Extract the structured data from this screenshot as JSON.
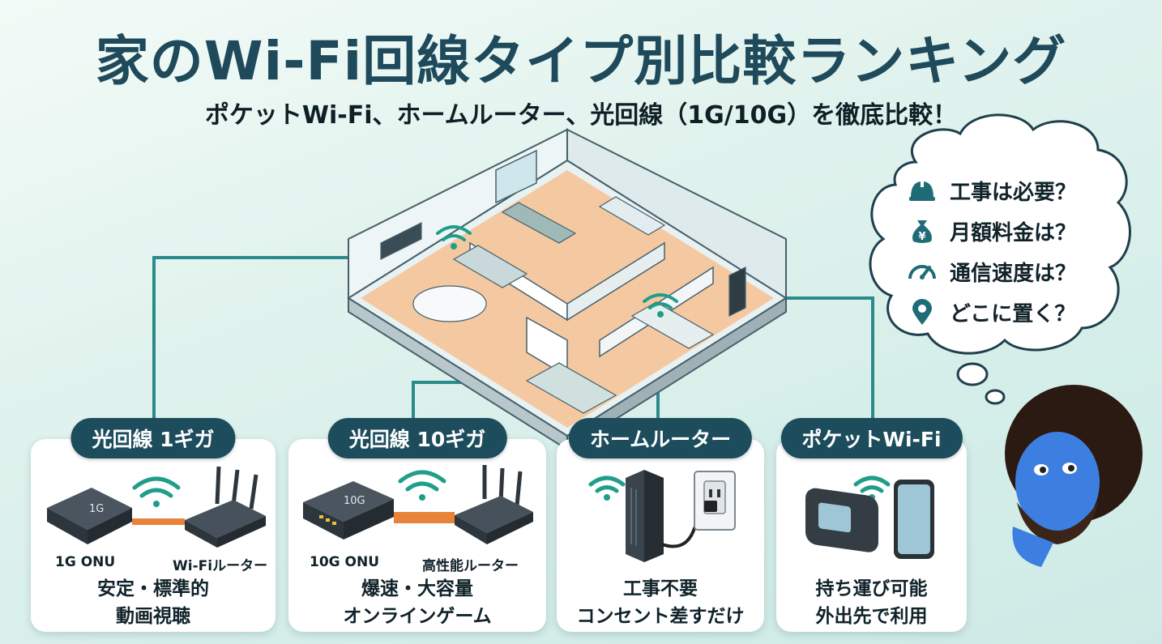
{
  "header": {
    "title": "家のWi-Fi回線タイプ別比較ランキング",
    "subtitle": "ポケットWi-Fi、ホームルーター、光回線（1G/10G）を徹底比較！"
  },
  "thought_bubble": {
    "items": [
      {
        "icon": "hardhat-icon",
        "text": "工事は必要？"
      },
      {
        "icon": "money-bag-icon",
        "text": "月額料金は？"
      },
      {
        "icon": "speedometer-icon",
        "text": "通信速度は？"
      },
      {
        "icon": "map-pin-icon",
        "text": "どこに置く？"
      }
    ]
  },
  "cards": [
    {
      "title": "光回線 1ギガ",
      "device_left_label": "1G ONU",
      "device_right_label": "Wi-Fiルーター",
      "device_left_print": "1G",
      "feature_line1": "安定・標準的",
      "feature_line2": "動画視聴"
    },
    {
      "title": "光回線 10ギガ",
      "device_left_label": "10G ONU",
      "device_right_label": "高性能ルーター",
      "device_left_print": "10G",
      "feature_line1": "爆速・大容量",
      "feature_line2": "オンラインゲーム"
    },
    {
      "title": "ホームルーター",
      "feature_line1": "工事不要",
      "feature_line2": "コンセント差すだけ"
    },
    {
      "title": "ポケットWi-Fi",
      "feature_line1": "持ち運び可能",
      "feature_line2": "外出先で利用"
    }
  ],
  "colors": {
    "accent_dark": "#1d4d5d",
    "connector": "#2b8a8a",
    "wifi": "#1f9e8a",
    "fiber": "#e8833a"
  }
}
